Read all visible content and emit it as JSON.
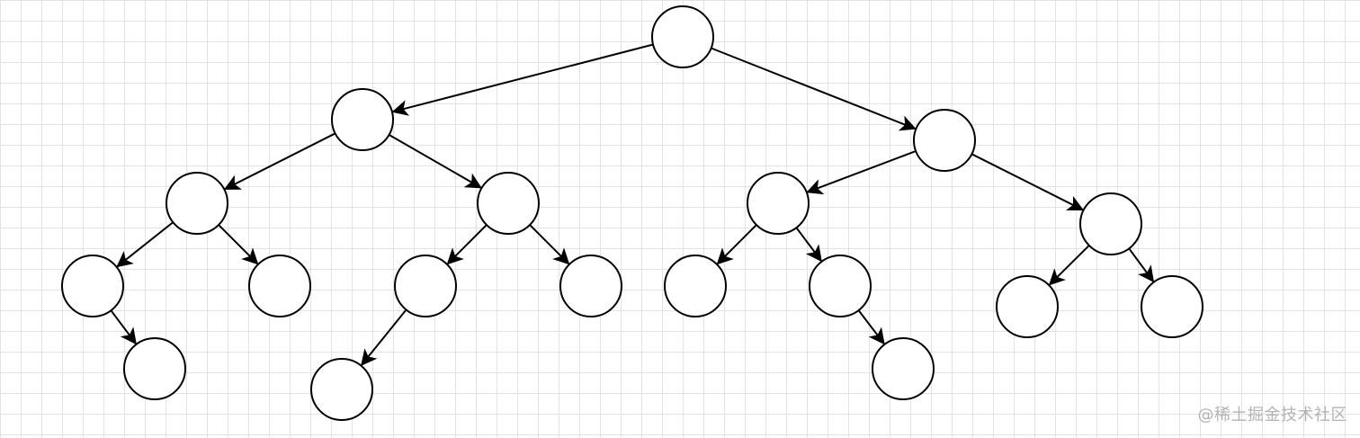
{
  "watermark": "@稀土掘金技术社区",
  "colors": {
    "node_fill": "#ffffff",
    "stroke": "#000000",
    "grid": "#e3e3e3",
    "watermark": "#b3b3b3"
  },
  "tree": {
    "nodes": [
      "n0",
      "n1",
      "n2",
      "n3",
      "n4",
      "n5",
      "n6",
      "n7",
      "n8",
      "n9",
      "n10",
      "n11",
      "n12",
      "n13",
      "n14",
      "n15",
      "n16",
      "n17",
      "n18",
      "n19"
    ],
    "edges": [
      [
        "n0",
        "n1"
      ],
      [
        "n0",
        "n2"
      ],
      [
        "n1",
        "n3"
      ],
      [
        "n1",
        "n4"
      ],
      [
        "n2",
        "n5"
      ],
      [
        "n2",
        "n6"
      ],
      [
        "n3",
        "n7"
      ],
      [
        "n3",
        "n8"
      ],
      [
        "n7",
        "n9"
      ],
      [
        "n4",
        "n10"
      ],
      [
        "n4",
        "n11"
      ],
      [
        "n10",
        "n12"
      ],
      [
        "n5",
        "n13"
      ],
      [
        "n5",
        "n14"
      ],
      [
        "n14",
        "n15"
      ],
      [
        "n6",
        "n16"
      ],
      [
        "n6",
        "n17"
      ]
    ]
  }
}
